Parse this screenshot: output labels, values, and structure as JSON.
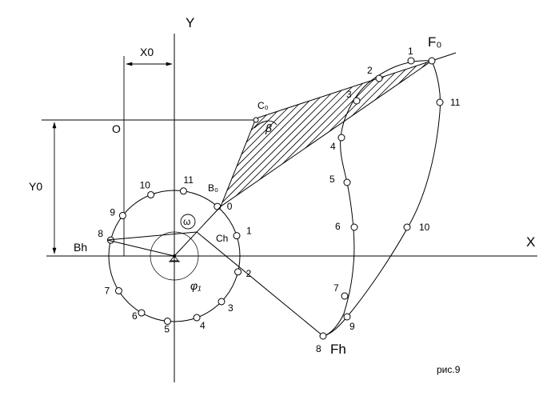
{
  "axes": {
    "x_label": "X",
    "y_label": "Y"
  },
  "dimensions": {
    "x0": "X0",
    "y0": "Y0",
    "origin": "O"
  },
  "points": {
    "c0": "C₀",
    "b0": "B₀",
    "f0": "F₀",
    "bh": "Bh",
    "ch": "Ch",
    "fh": "Fh"
  },
  "angles": {
    "beta": "β",
    "phi": "φ₁",
    "omega": "ω"
  },
  "circle_labels": [
    "0",
    "1",
    "2",
    "3",
    "4",
    "5",
    "6",
    "7",
    "8",
    "9",
    "10",
    "11"
  ],
  "inner_curve_labels": [
    "1",
    "2",
    "3",
    "4",
    "5",
    "6",
    "7",
    "8"
  ],
  "outer_curve_labels": [
    "9",
    "10",
    "11"
  ],
  "caption": "рис.9"
}
